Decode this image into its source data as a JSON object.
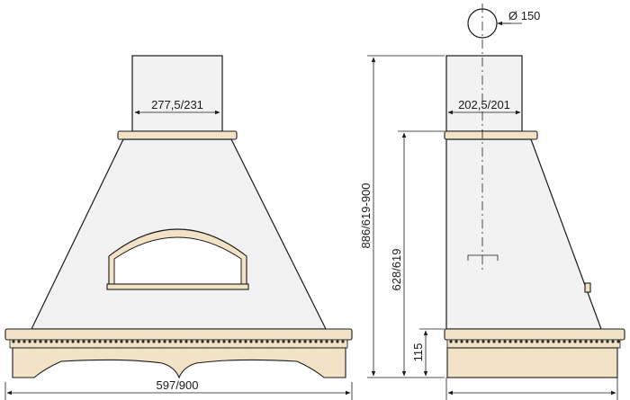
{
  "dimensions": {
    "front_chimney_width": "277,5/231",
    "side_chimney_width": "202,5/201",
    "duct_diameter": "Ø 150",
    "total_height": "886/619-900",
    "body_height": "628/619",
    "base_height": "115",
    "total_width": "597/900"
  },
  "colors": {
    "line": "#1a1a1a",
    "hood_fill": "#f2f2f2",
    "wood_fill": "#f3e3c6",
    "background": "#ffffff"
  }
}
